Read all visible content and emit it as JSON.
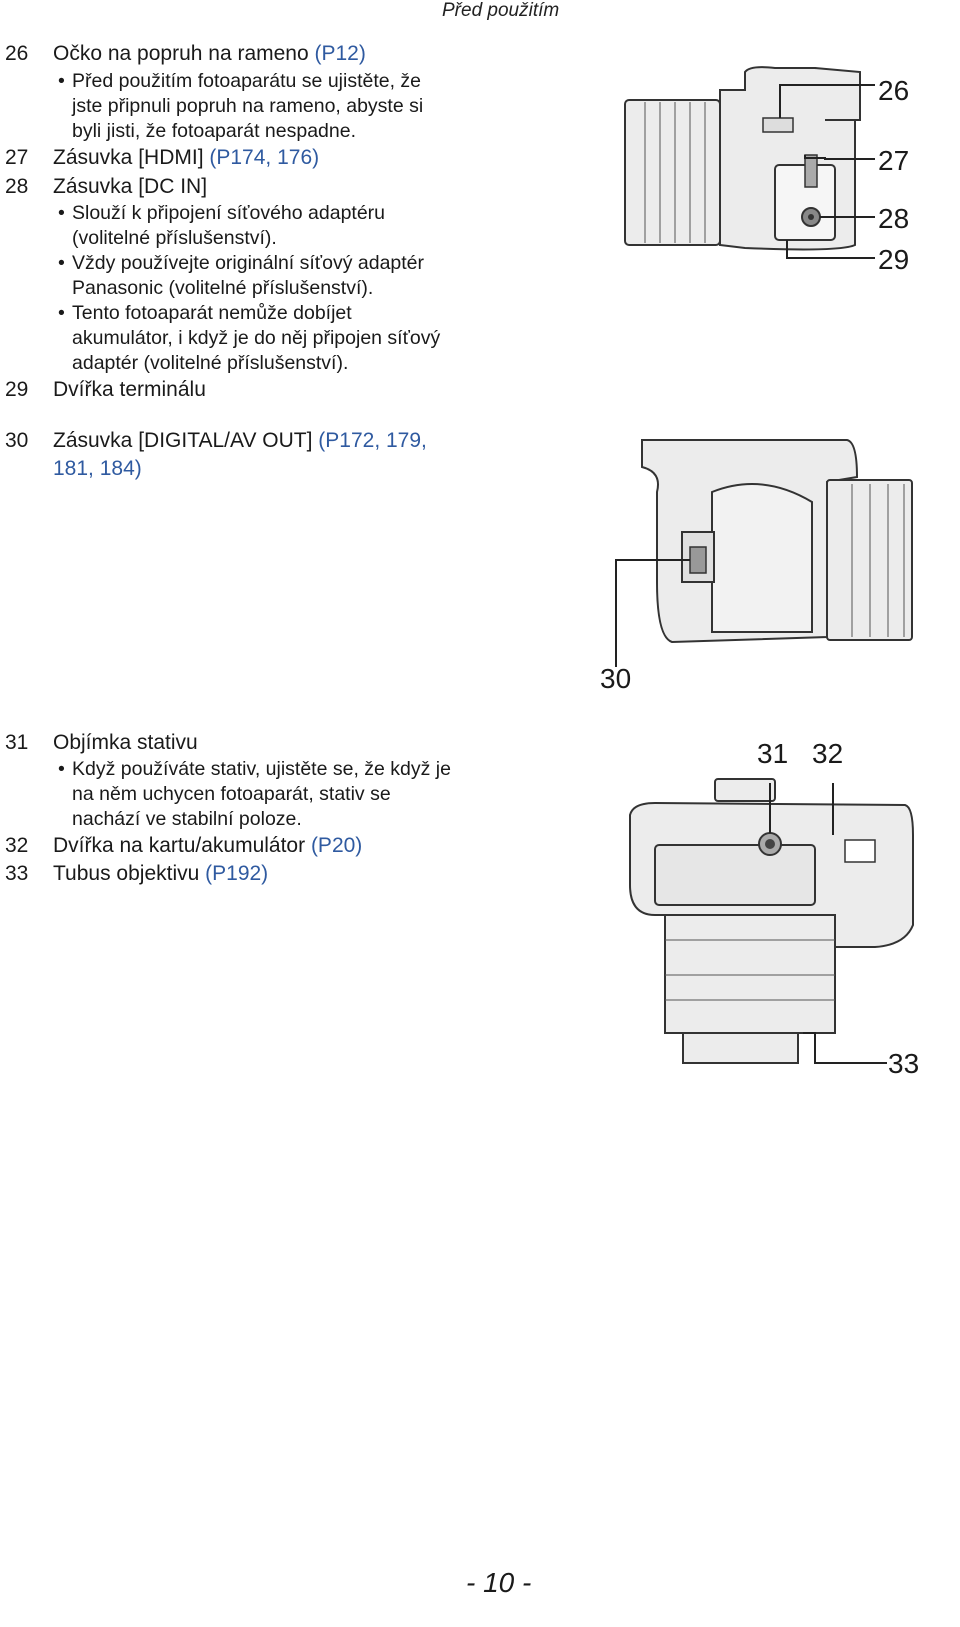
{
  "header": "Před použitím",
  "items": {
    "i26": {
      "num": "26",
      "label": "Očko na popruh na rameno ",
      "ref": "(P12)"
    },
    "i26_b1_l1": "Před použitím fotoaparátu se ujistěte, že",
    "i26_b1_l2": "jste připnuli popruh na rameno, abyste si",
    "i26_b1_l3": "byli jisti, že fotoaparát nespadne.",
    "i27": {
      "num": "27",
      "label": "Zásuvka [HDMI] ",
      "ref": "(P174, 176)"
    },
    "i28": {
      "num": "28",
      "label": "Zásuvka [DC IN]"
    },
    "i28_b1_l1": "Slouží k připojení síťového adaptéru",
    "i28_b1_l2": "(volitelné příslušenství).",
    "i28_b2_l1": "Vždy používejte originální síťový adaptér",
    "i28_b2_l2": "Panasonic (volitelné příslušenství).",
    "i28_b3_l1": "Tento fotoaparát nemůže dobíjet",
    "i28_b3_l2": "akumulátor, i když je do něj připojen síťový",
    "i28_b3_l3": "adaptér (volitelné příslušenství).",
    "i29": {
      "num": "29",
      "label": "Dvířka terminálu"
    },
    "i30": {
      "num": "30",
      "label": "Zásuvka [DIGITAL/AV OUT] ",
      "ref_l1": "(P172, 179,",
      "ref_l2": "181, 184)"
    },
    "i31": {
      "num": "31",
      "label": "Objímka stativu"
    },
    "i31_b1_l1": "Když používáte stativ, ujistěte se, že když je",
    "i31_b1_l2": "na něm uchycen fotoaparát, stativ se",
    "i31_b1_l3": "nachází ve stabilní poloze.",
    "i32": {
      "num": "32",
      "label": "Dvířka na kartu/akumulátor ",
      "ref": "(P20)"
    },
    "i33": {
      "num": "33",
      "label": "Tubus objektivu ",
      "ref": "(P192)"
    }
  },
  "bullet_char": "•",
  "callouts": {
    "c26": "26",
    "c27": "27",
    "c28": "28",
    "c29": "29",
    "c30": "30",
    "c31": "31",
    "c32": "32",
    "c33": "33"
  },
  "page_number": "- 10 -",
  "colors": {
    "reference_link": "#2f5aa0"
  }
}
